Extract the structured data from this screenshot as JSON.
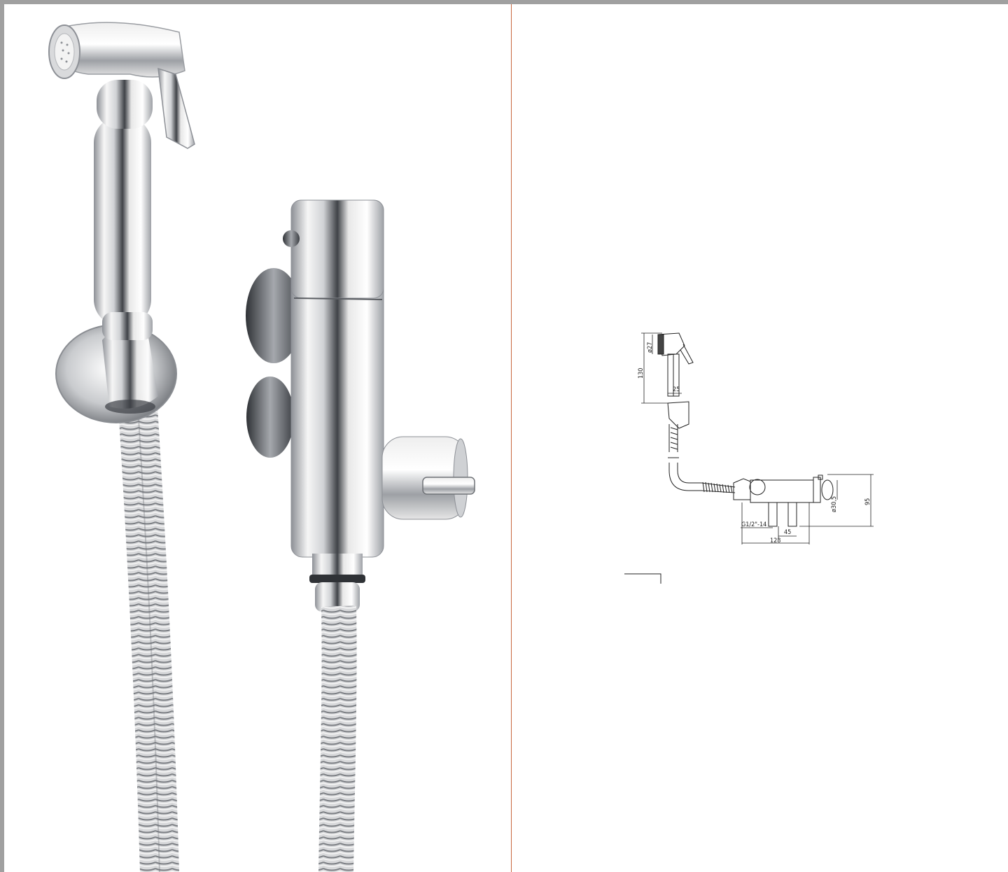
{
  "colors": {
    "gutter_line": "#c9683f",
    "chrome_light": "#f4f4f4",
    "chrome_mid": "#b9bcc0",
    "chrome_dark": "#4a4d52",
    "drawing_line": "#222222",
    "frame": "#a0a0a0"
  },
  "product_photo": {
    "icon": "bidet-shower-set-photo"
  },
  "technical_drawing": {
    "icon": "bidet-shower-dimension-drawing",
    "dimensions": {
      "head_diameter": "ø27",
      "height": "130",
      "handle_width": "25",
      "valve_diameter": "ø30,5",
      "valve_height": "95",
      "thread": "G1/2\"-14",
      "inlet_spacing": "45",
      "valve_length": "128"
    }
  }
}
